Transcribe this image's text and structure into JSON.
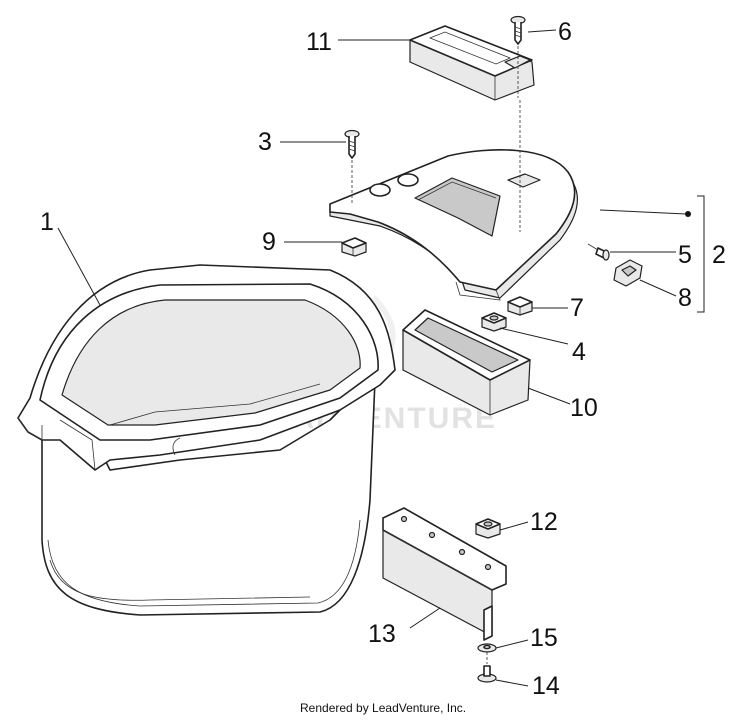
{
  "callouts": {
    "c1": "1",
    "c2": "2",
    "c3": "3",
    "c4": "4",
    "c5": "5",
    "c6": "6",
    "c7": "7",
    "c8": "8",
    "c9": "9",
    "c10": "10",
    "c11": "11",
    "c12": "12",
    "c13": "13",
    "c14": "14",
    "c15": "15"
  },
  "watermark": "LEADVENTURE",
  "footer": "Rendered by LeadVenture, Inc."
}
